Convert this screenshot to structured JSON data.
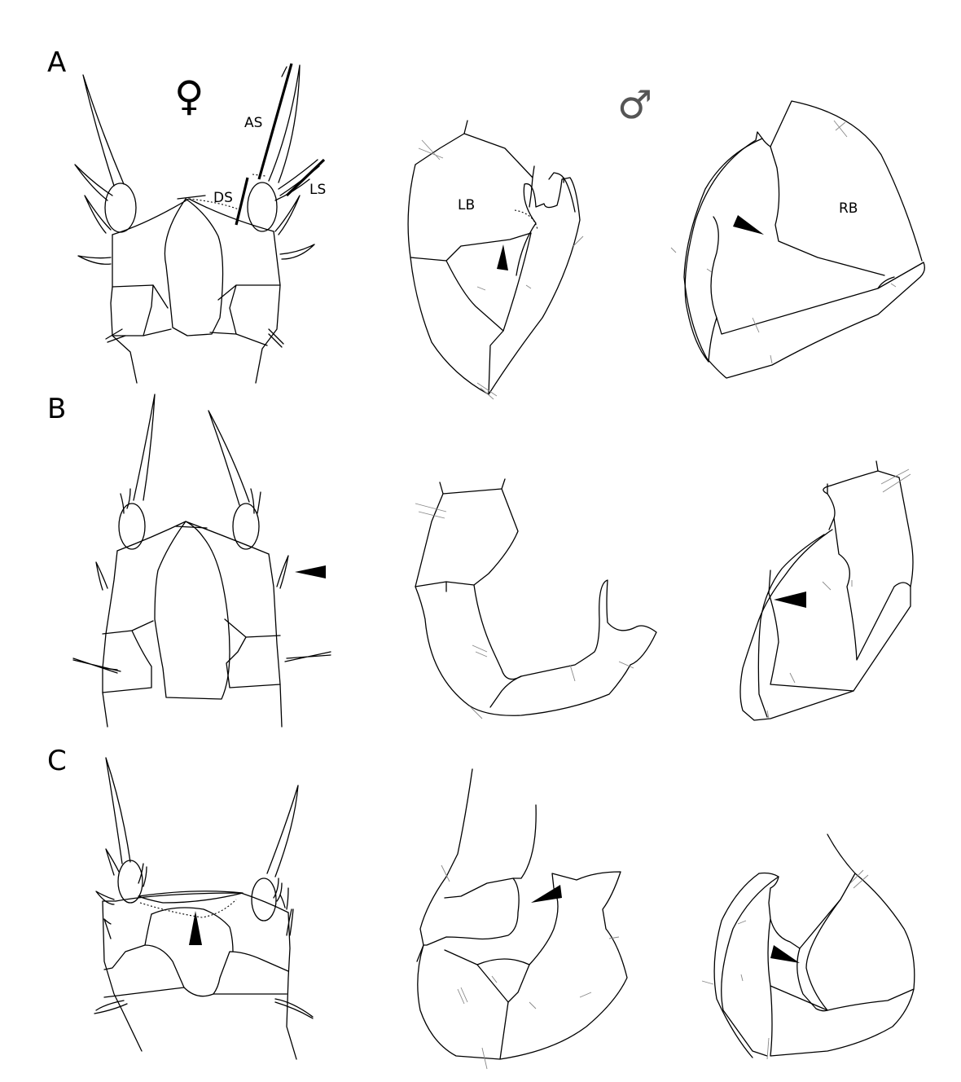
{
  "rows": [
    {
      "label": "A"
    },
    {
      "label": "B"
    },
    {
      "label": "C"
    }
  ],
  "sex_symbols": {
    "female": "♀",
    "male": "♂"
  },
  "annotations": {
    "apical_seta": "AS",
    "dorsal_seta": "DS",
    "lateral_seta": "LS",
    "left_branch": "LB",
    "right_branch": "RB"
  }
}
